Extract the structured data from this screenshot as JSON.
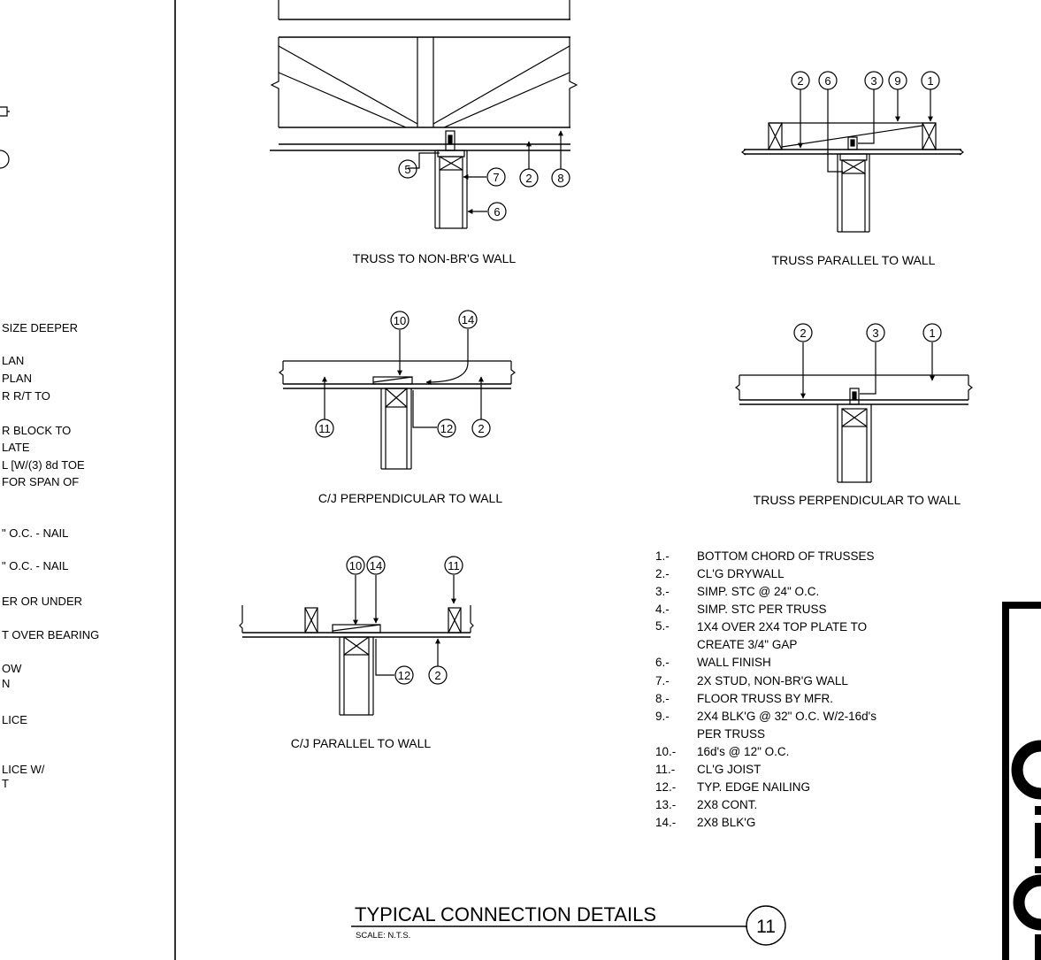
{
  "left_fragments": [
    "SIZE DEEPER",
    "LAN",
    " PLAN",
    "R R/T TO",
    "R BLOCK TO",
    "LATE",
    "L [W/(3) 8d TOE",
    "FOR SPAN OF",
    "\" O.C. - NAIL",
    "\" O.C. - NAIL",
    "ER OR UNDER",
    "T OVER BEARING",
    "OW",
    "N",
    "LICE",
    "LICE W/",
    "T"
  ],
  "details": {
    "truss_non_brg": {
      "caption": "TRUSS TO NON-BR'G WALL",
      "bubbles": [
        "5",
        "7",
        "2",
        "8",
        "6"
      ]
    },
    "truss_parallel": {
      "caption": "TRUSS PARALLEL TO WALL",
      "bubbles": [
        "2",
        "6",
        "3",
        "9",
        "1"
      ]
    },
    "cj_perpendicular": {
      "caption": "C/J PERPENDICULAR TO WALL",
      "bubbles": [
        "10",
        "14",
        "11",
        "12",
        "2"
      ]
    },
    "truss_perpendicular": {
      "caption": "TRUSS PERPENDICULAR TO WALL",
      "bubbles": [
        "2",
        "3",
        "1"
      ]
    },
    "cj_parallel": {
      "caption": "C/J PARALLEL TO WALL",
      "bubbles": [
        "10",
        "14",
        "11",
        "12",
        "2"
      ]
    }
  },
  "notes": [
    {
      "num": "1.-",
      "text": "BOTTOM CHORD OF TRUSSES"
    },
    {
      "num": "2.-",
      "text": "CL'G DRYWALL"
    },
    {
      "num": "3.-",
      "text": "SIMP. STC @ 24\" O.C."
    },
    {
      "num": "4.-",
      "text": "SIMP. STC PER TRUSS"
    },
    {
      "num": "5.-",
      "text": "1X4 OVER 2X4 TOP PLATE TO"
    },
    {
      "num": "",
      "text": "CREATE 3/4\" GAP"
    },
    {
      "num": "6.-",
      "text": "WALL FINISH"
    },
    {
      "num": "7.-",
      "text": "2X STUD, NON-BR'G WALL"
    },
    {
      "num": "8.-",
      "text": "FLOOR TRUSS BY MFR."
    },
    {
      "num": "9.-",
      "text": "2X4 BLK'G @ 32\" O.C. W/2-16d's"
    },
    {
      "num": "",
      "text": "PER TRUSS"
    },
    {
      "num": "10.-",
      "text": "16d's @ 12\" O.C."
    },
    {
      "num": "11.-",
      "text": "CL'G JOIST"
    },
    {
      "num": "12.-",
      "text": "TYP. EDGE NAILING"
    },
    {
      "num": "13.-",
      "text": "2X8 CONT."
    },
    {
      "num": "14.-",
      "text": "2X8 BLK'G"
    }
  ],
  "title_block": {
    "title": "TYPICAL CONNECTION DETAILS",
    "scale": "SCALE: N.T.S.",
    "detail_number": "11"
  }
}
